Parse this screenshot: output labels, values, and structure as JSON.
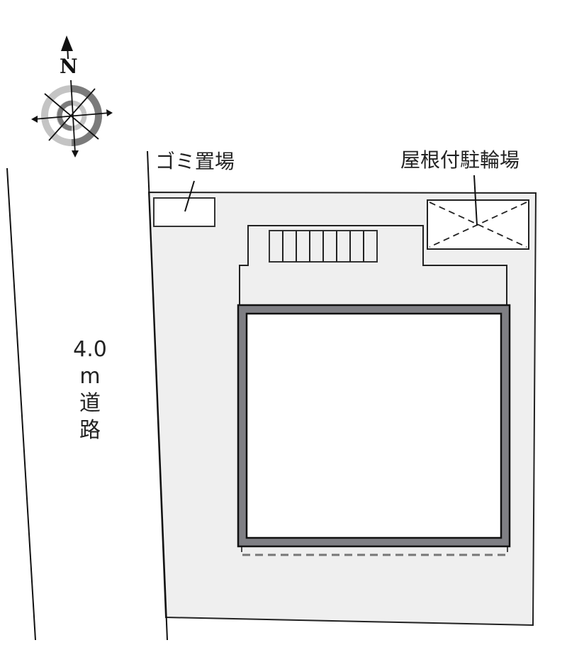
{
  "compass": {
    "north_label": "N",
    "icon": "compass-rose-icon",
    "colors": {
      "ring_light": "#c4c4c4",
      "ring_dark": "#7b7b7b",
      "lines": "#111111"
    }
  },
  "labels": {
    "garbage": "ゴミ置場",
    "bike_parking": "屋根付駐輪場"
  },
  "road": {
    "width": "4.0",
    "unit": "m",
    "char1": "道",
    "char2": "路"
  },
  "plan": {
    "lot_fill": "#efefef",
    "wall_fill": "#7f7f84",
    "outline": "#1a1a1a",
    "stair_cells": 8
  }
}
